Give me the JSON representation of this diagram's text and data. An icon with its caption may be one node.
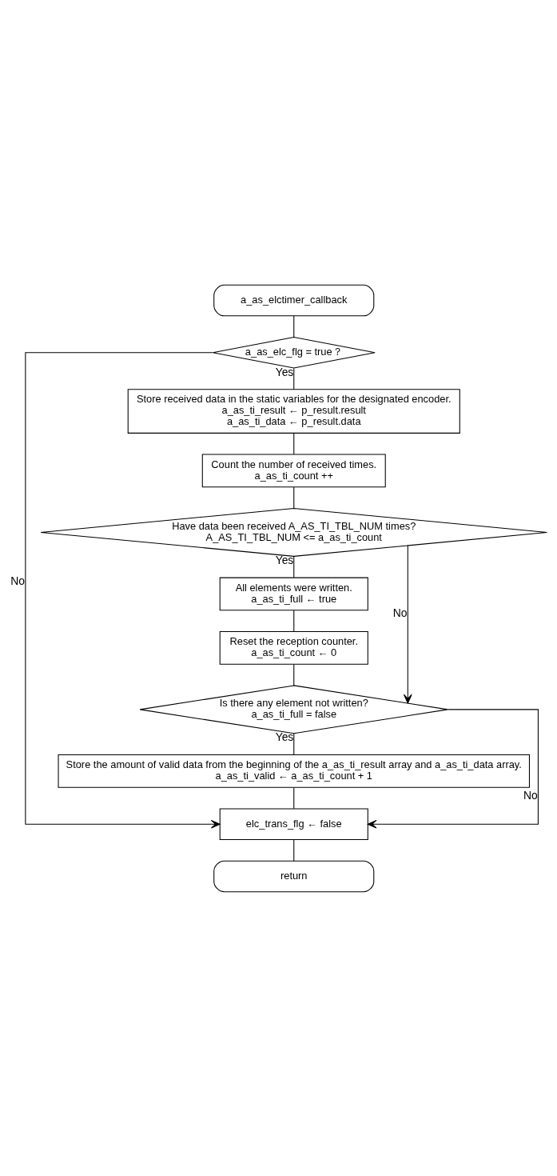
{
  "diagram": {
    "nodes": [
      {
        "text": [
          "a_as_elctimer_callback"
        ]
      },
      {
        "text": [
          "a_as_elc_flg = true？"
        ]
      },
      {
        "text": [
          "Store received data in the static variables for the designated encoder.",
          "a_as_ti_result ← p_result.result",
          "a_as_ti_data ← p_result.data"
        ]
      },
      {
        "text": [
          "Count the number of received times.",
          "a_as_ti_count ++"
        ]
      },
      {
        "text": [
          "Have data been received A_AS_TI_TBL_NUM times?",
          "A_AS_TI_TBL_NUM <= a_as_ti_count"
        ]
      },
      {
        "text": [
          "All elements were written.",
          "a_as_ti_full ← true"
        ]
      },
      {
        "text": [
          "Reset the reception counter.",
          "a_as_ti_count ← 0"
        ]
      },
      {
        "text": [
          "Is there any element not written?",
          "a_as_ti_full = false"
        ]
      },
      {
        "text": [
          "Store the amount of valid data from the beginning of the a_as_ti_result array and a_as_ti_data array.",
          "a_as_ti_valid ← a_as_ti_count + 1"
        ]
      },
      {
        "text": [
          "elc_trans_flg ← false"
        ]
      },
      {
        "text": [
          "return"
        ]
      }
    ],
    "edges": [
      {
        "from": 0,
        "to": 1,
        "arrow": "none"
      },
      {
        "from": 1,
        "to": 2,
        "arrow": "none",
        "label": "Yes"
      },
      {
        "from": 1,
        "to": 9,
        "arrow": "to",
        "label": "No"
      },
      {
        "from": 2,
        "to": 3,
        "arrow": "none"
      },
      {
        "from": 3,
        "to": 4,
        "arrow": "none"
      },
      {
        "from": 4,
        "to": 5,
        "arrow": "none",
        "label": "Yes"
      },
      {
        "from": 5,
        "to": 6,
        "arrow": "none"
      },
      {
        "from": 6,
        "to": 7,
        "arrow": "none"
      },
      {
        "from": 4,
        "to": 7,
        "arrow": "to",
        "label": "No"
      },
      {
        "from": 7,
        "to": 8,
        "arrow": "none",
        "label": "Yes"
      },
      {
        "from": 8,
        "to": 9,
        "arrow": "none"
      },
      {
        "from": 7,
        "to": 9,
        "arrow": "to",
        "label": "No"
      },
      {
        "from": 9,
        "to": 10,
        "arrow": "none"
      }
    ]
  }
}
